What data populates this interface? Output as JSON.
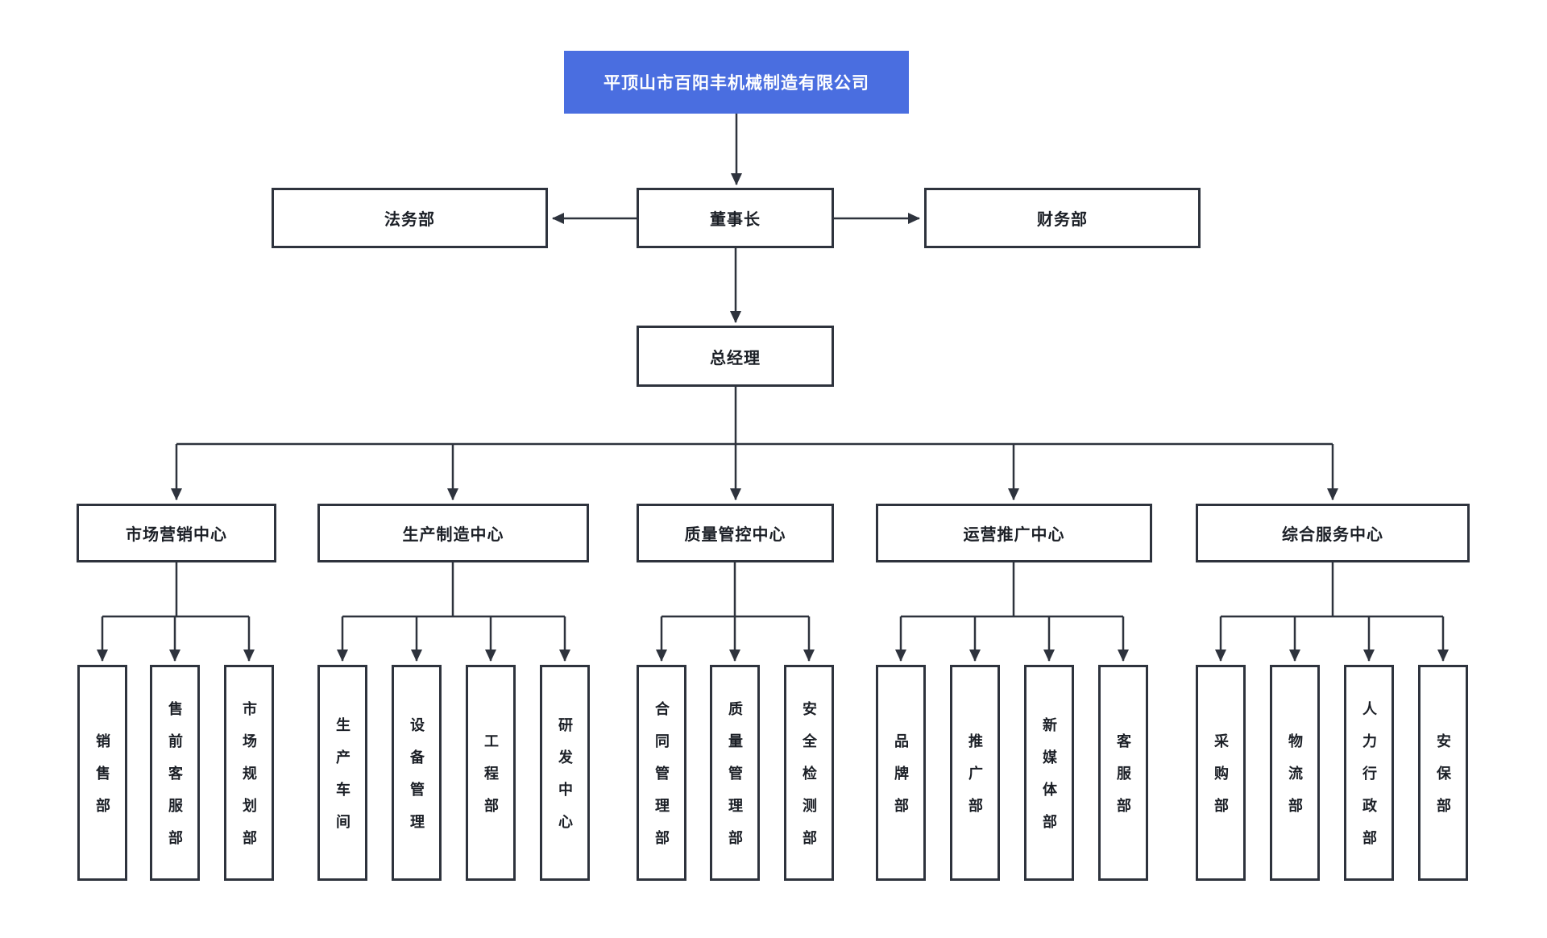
{
  "colors": {
    "accent_blue": "#4a6ee0",
    "line_dark": "#2e333d",
    "text_dark": "#1b1f26",
    "node_background": "#ffffff",
    "root_text": "#ffffff"
  },
  "org": {
    "root": {
      "label": "平顶山市百阳丰机械制造有限公司"
    },
    "chairman": {
      "label": "董事长"
    },
    "legal": {
      "label": "法务部"
    },
    "finance": {
      "label": "财务部"
    },
    "general_manager": {
      "label": "总经理"
    },
    "centers": [
      {
        "label": "市场营销中心",
        "children": [
          {
            "label": "销售部"
          },
          {
            "label": "售前客服部"
          },
          {
            "label": "市场规划部"
          }
        ]
      },
      {
        "label": "生产制造中心",
        "children": [
          {
            "label": "生产车间"
          },
          {
            "label": "设备管理"
          },
          {
            "label": "工程部"
          },
          {
            "label": "研发中心"
          }
        ]
      },
      {
        "label": "质量管控中心",
        "children": [
          {
            "label": "合同管理部"
          },
          {
            "label": "质量管理部"
          },
          {
            "label": "安全检测部"
          }
        ]
      },
      {
        "label": "运营推广中心",
        "children": [
          {
            "label": "品牌部"
          },
          {
            "label": "推广部"
          },
          {
            "label": "新媒体部"
          },
          {
            "label": "客服部"
          }
        ]
      },
      {
        "label": "综合服务中心",
        "children": [
          {
            "label": "采购部"
          },
          {
            "label": "物流部"
          },
          {
            "label": "人力行政部"
          },
          {
            "label": "安保部"
          }
        ]
      }
    ]
  }
}
